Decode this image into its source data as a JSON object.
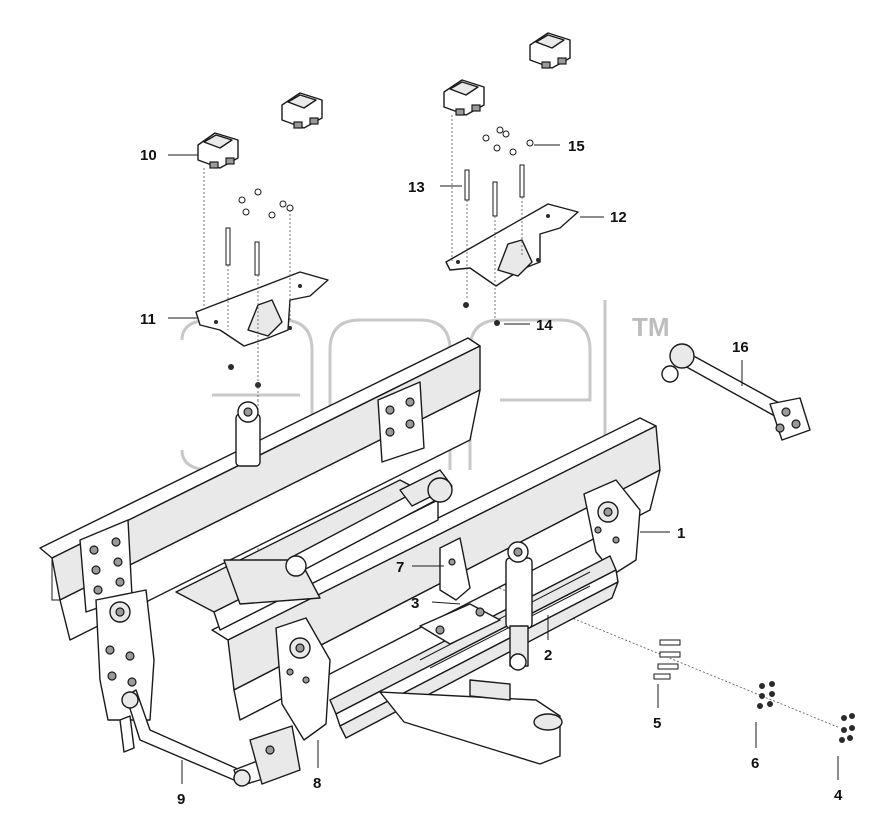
{
  "diagram": {
    "watermark_mark": "TM",
    "callouts": [
      {
        "id": "c1",
        "label": "1"
      },
      {
        "id": "c2",
        "label": "2"
      },
      {
        "id": "c3",
        "label": "3"
      },
      {
        "id": "c4",
        "label": "4"
      },
      {
        "id": "c5",
        "label": "5"
      },
      {
        "id": "c6",
        "label": "6"
      },
      {
        "id": "c7",
        "label": "7"
      },
      {
        "id": "c8",
        "label": "8"
      },
      {
        "id": "c9",
        "label": "9"
      },
      {
        "id": "c10",
        "label": "10"
      },
      {
        "id": "c11",
        "label": "11"
      },
      {
        "id": "c12",
        "label": "12"
      },
      {
        "id": "c13",
        "label": "13"
      },
      {
        "id": "c14",
        "label": "14"
      },
      {
        "id": "c15",
        "label": "15"
      },
      {
        "id": "c16",
        "label": "16"
      }
    ]
  }
}
